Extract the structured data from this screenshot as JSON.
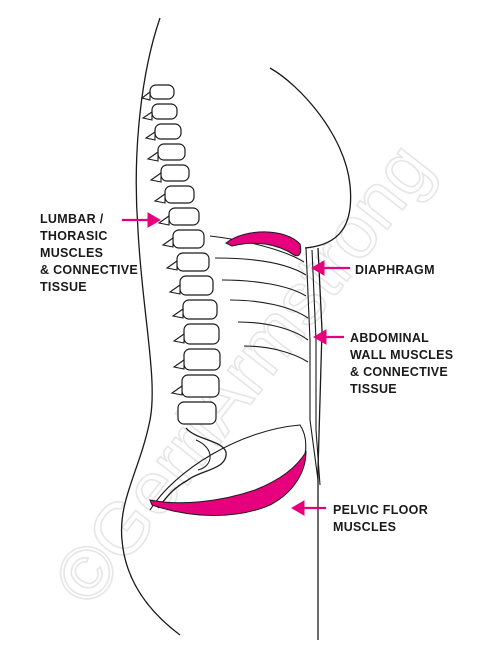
{
  "diagram": {
    "labels": {
      "lumbar": [
        "LUMBAR /",
        "THORASIC",
        "MUSCLES",
        "& CONNECTIVE",
        "TISSUE"
      ],
      "diaphragm": [
        "DIAPHRAGM"
      ],
      "abdominal": [
        "ABDOMINAL",
        "WALL MUSCLES",
        "& CONNECTIVE",
        "TISSUE"
      ],
      "pelvic": [
        "PELVIC FLOOR",
        "MUSCLES"
      ]
    },
    "watermark": "©GerriArmstrong",
    "colors": {
      "accent": "#e6007e",
      "line": "#1a1a1a",
      "watermark": "#e8e8e8"
    }
  }
}
